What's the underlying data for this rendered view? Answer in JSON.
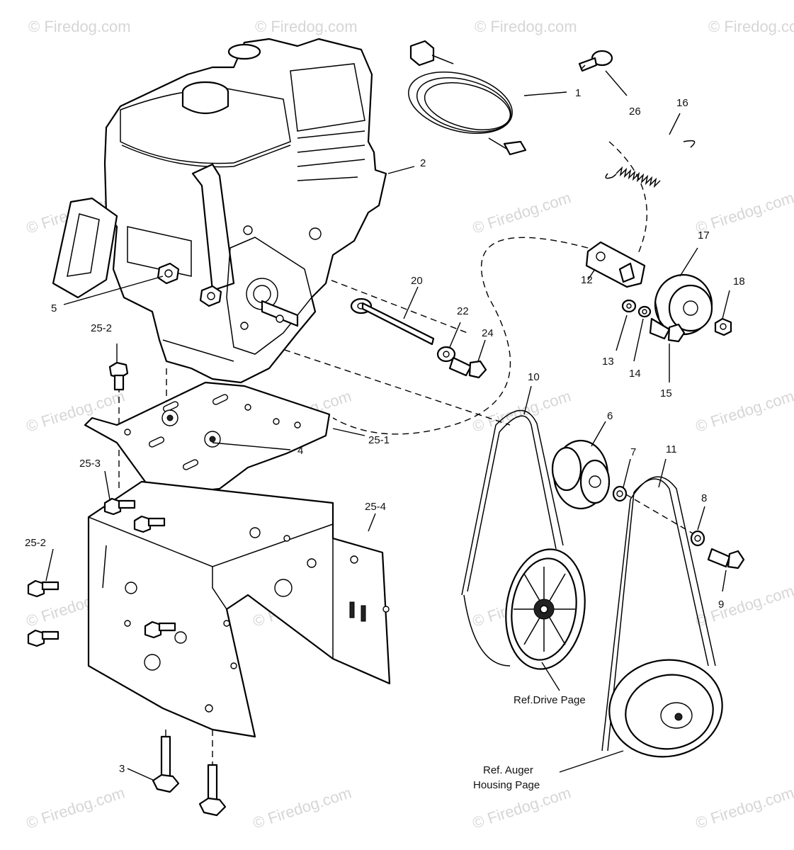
{
  "watermark": "© Firedog.com",
  "callouts": [
    {
      "id": "c1",
      "text": "1"
    },
    {
      "id": "c2",
      "text": "2"
    },
    {
      "id": "c3",
      "text": "3"
    },
    {
      "id": "c4",
      "text": "4"
    },
    {
      "id": "c5",
      "text": "5"
    },
    {
      "id": "c6",
      "text": "6"
    },
    {
      "id": "c7",
      "text": "7"
    },
    {
      "id": "c8",
      "text": "8"
    },
    {
      "id": "c9",
      "text": "9"
    },
    {
      "id": "c10",
      "text": "10"
    },
    {
      "id": "c11",
      "text": "11"
    },
    {
      "id": "c12",
      "text": "12"
    },
    {
      "id": "c13",
      "text": "13"
    },
    {
      "id": "c14",
      "text": "14"
    },
    {
      "id": "c15",
      "text": "15"
    },
    {
      "id": "c16",
      "text": "16"
    },
    {
      "id": "c17",
      "text": "17"
    },
    {
      "id": "c18",
      "text": "18"
    },
    {
      "id": "c20",
      "text": "20"
    },
    {
      "id": "c22",
      "text": "22"
    },
    {
      "id": "c24",
      "text": "24"
    },
    {
      "id": "c25_1",
      "text": "25-1"
    },
    {
      "id": "c25_2a",
      "text": "25-2"
    },
    {
      "id": "c25_2b",
      "text": "25-2"
    },
    {
      "id": "c25_3",
      "text": "25-3"
    },
    {
      "id": "c25_4",
      "text": "25-4"
    },
    {
      "id": "c26",
      "text": "26"
    }
  ],
  "references": {
    "drive_page": "Ref.Drive Page",
    "auger_line1": "Ref. Auger",
    "auger_line2": "Housing Page"
  }
}
